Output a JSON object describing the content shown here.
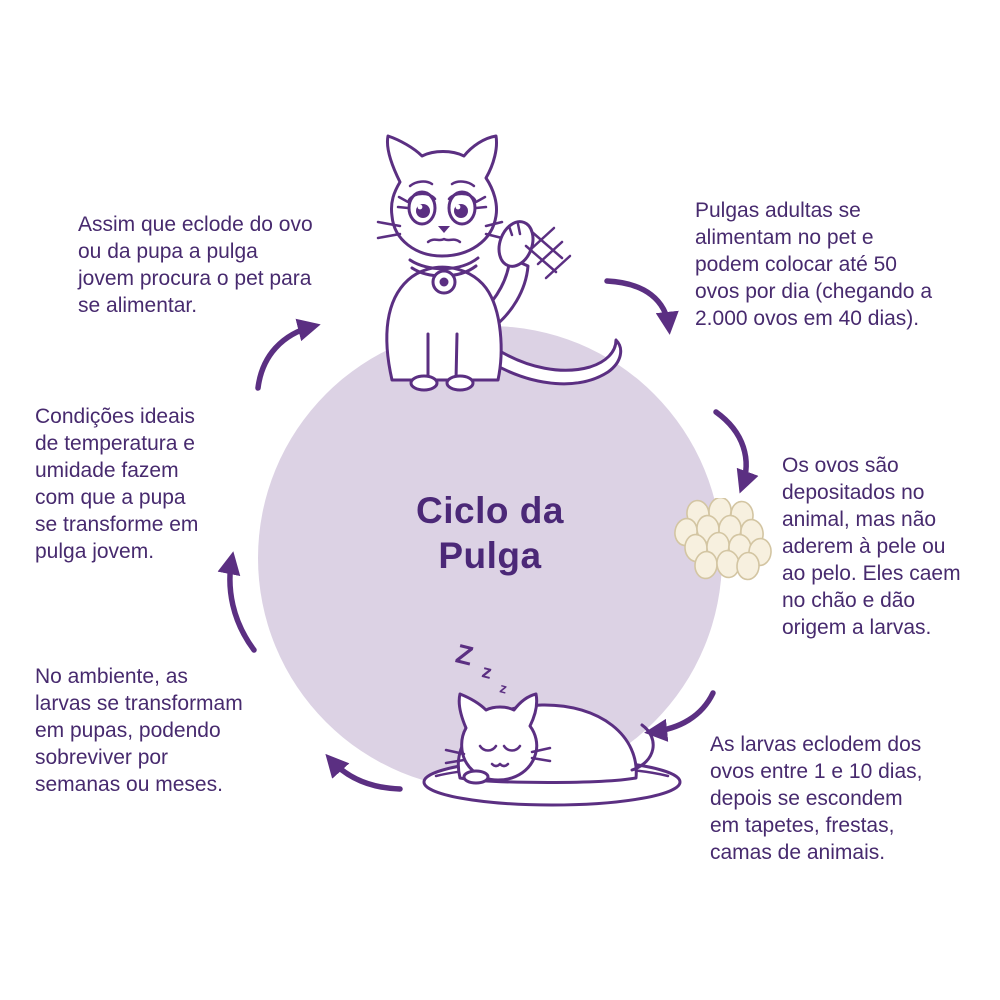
{
  "title": {
    "line1": "Ciclo da",
    "line2": "Pulga"
  },
  "steps": [
    {
      "id": "adult-fleas",
      "text": "Pulgas adultas se\nalimentam no pet e\npodem colocar até 50\novos por dia (chegando a\n2.000 ovos em 40 dias)."
    },
    {
      "id": "eggs-deposited",
      "text": "Os ovos são\ndepositados no\nanimal, mas não\naderem à pele ou\nao pelo. Eles caem\nno chão e dão\norigem a larvas."
    },
    {
      "id": "larvae-hatch",
      "text": "As larvas eclodem dos\novos entre 1 e 10 dias,\ndepois se escondem\nem tapetes, frestas,\ncamas de animais."
    },
    {
      "id": "pupae-environment",
      "text": "No ambiente, as\nlarvas se transformam\nem pupas, podendo\nsobreviver por\nsemanas ou meses."
    },
    {
      "id": "pupa-transforms",
      "text": "Condições ideais\nde temperatura e\numidade fazem\ncom que a pupa\nse transforme em\npulga jovem."
    },
    {
      "id": "young-flea-feeds",
      "text": "Assim que eclode do ovo\nou da pupa a pulga\njovem procura o pet para\nse alimentar."
    }
  ],
  "scene": {
    "zzz": [
      "Z",
      "z",
      "z"
    ],
    "illustrations": [
      "scratching-cat",
      "flea-eggs",
      "sleeping-cat"
    ]
  },
  "colors": {
    "background": "#ffffff",
    "circle_fill": "#dcd2e4",
    "title": "#4b2877",
    "accent_text": "#472a6e",
    "line_art": "#5b2f82",
    "egg_fill": "#f7f0df",
    "egg_stroke": "#d3c5a2"
  }
}
